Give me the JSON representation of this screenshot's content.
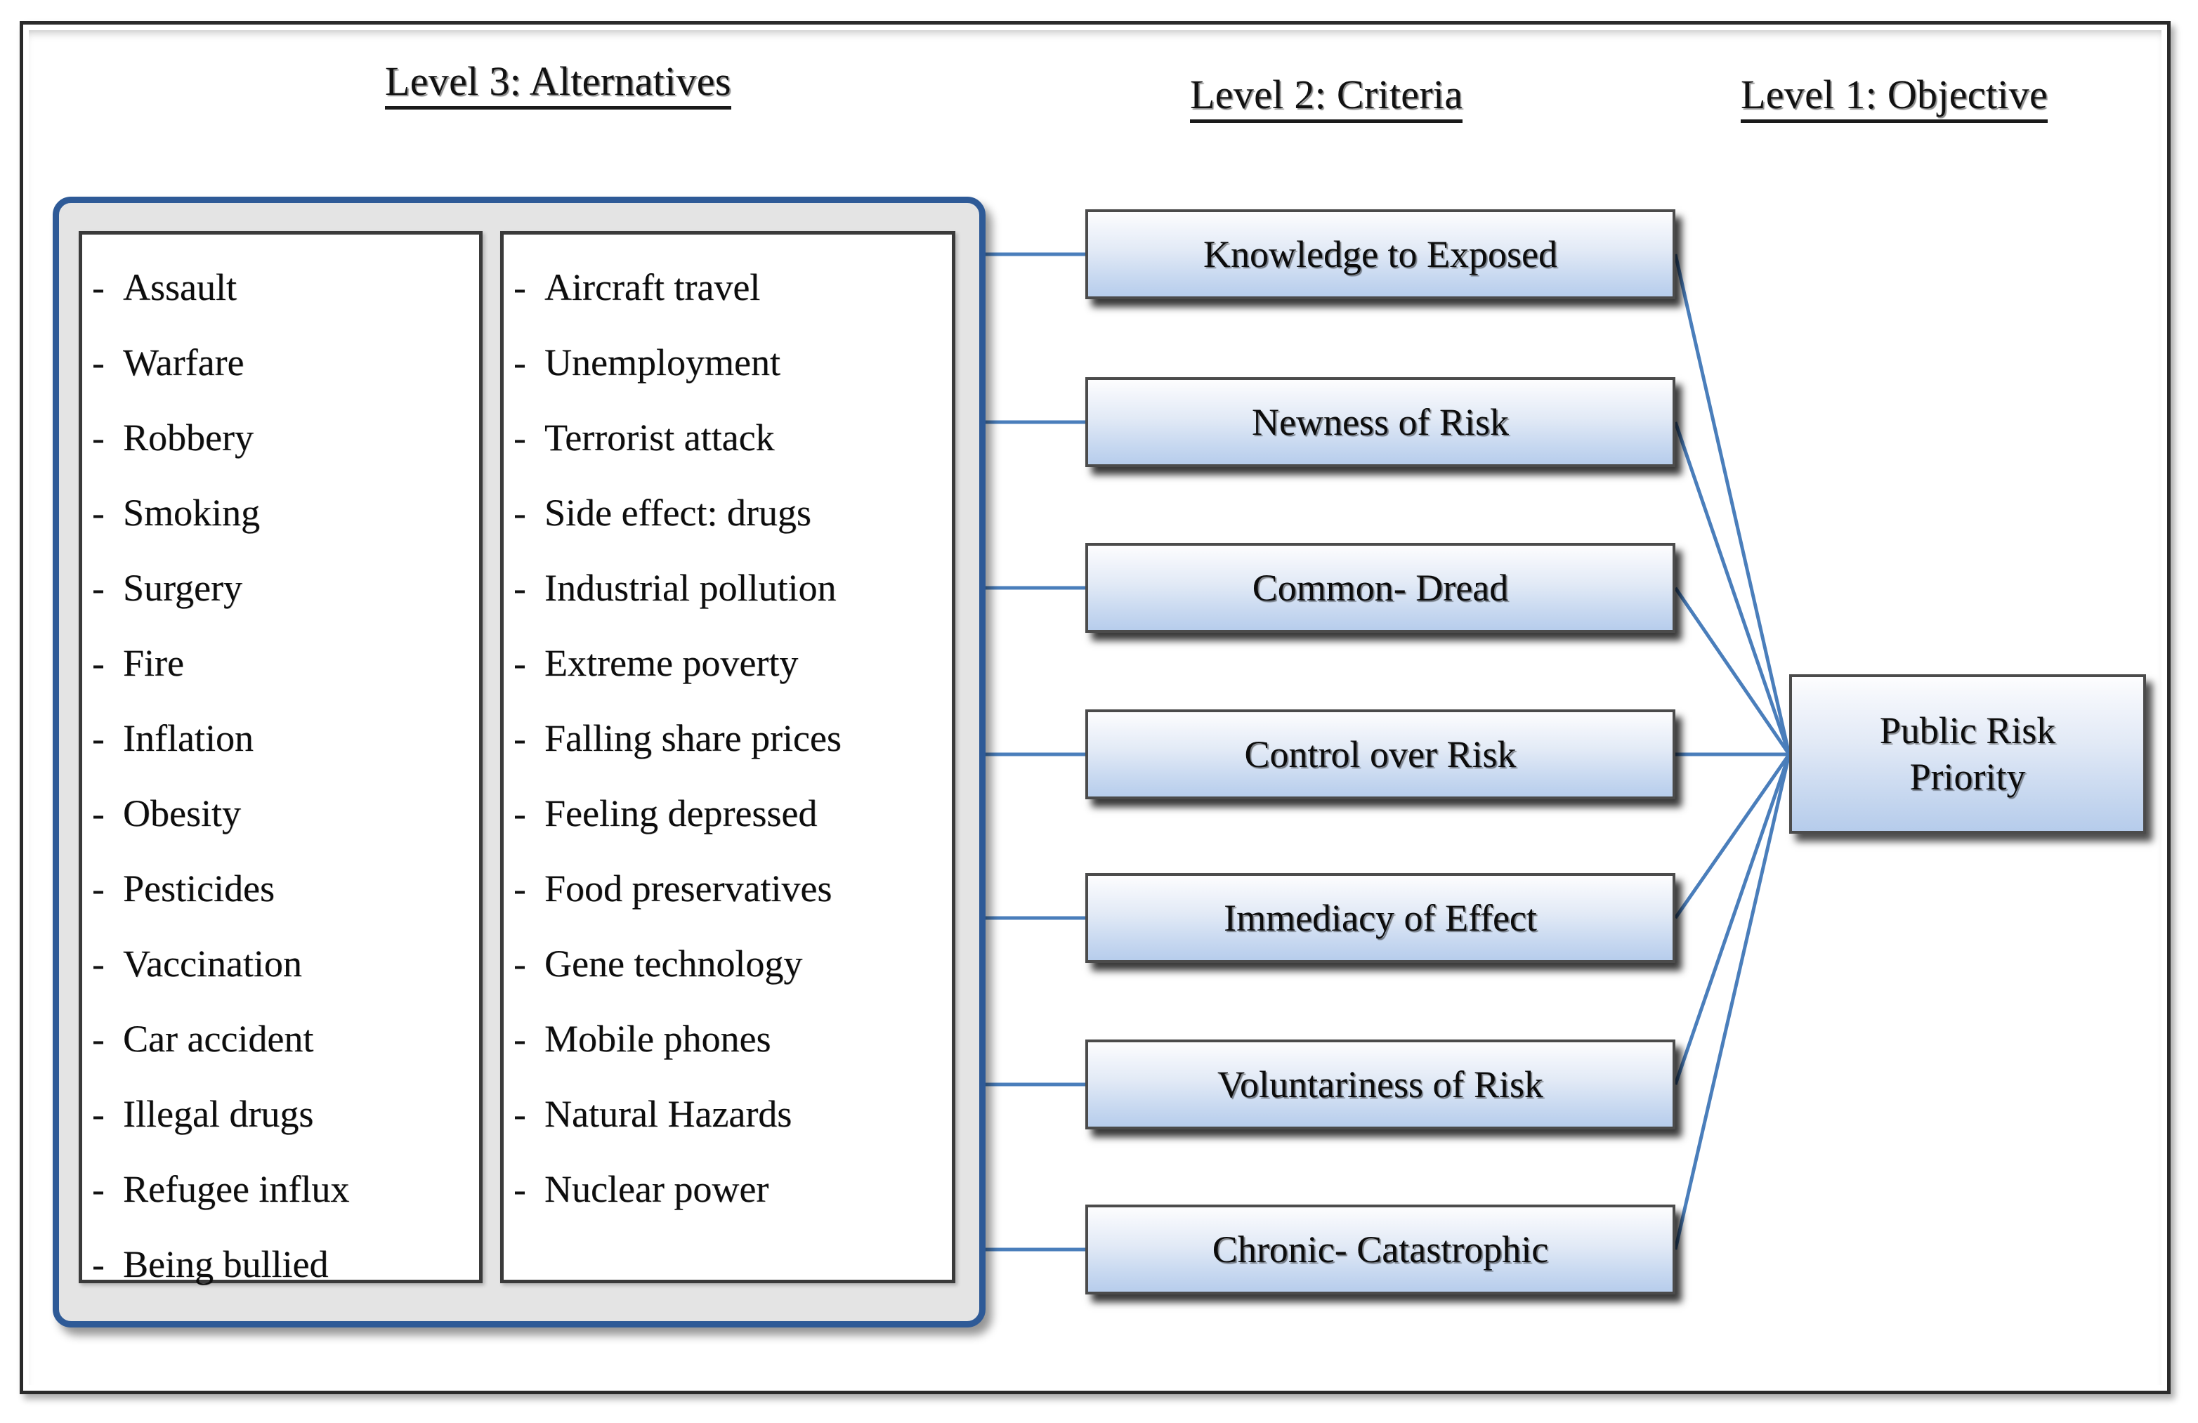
{
  "headings": {
    "level3": "Level 3: Alternatives",
    "level2": "Level 2: Criteria",
    "level1": "Level 1: Objective"
  },
  "alternatives": {
    "bullet": "-",
    "column1": [
      "Assault",
      "Warfare",
      "Robbery",
      "Smoking",
      "Surgery",
      "Fire",
      "Inflation",
      "Obesity",
      "Pesticides",
      "Vaccination",
      "Car accident",
      "Illegal drugs",
      "Refugee influx",
      "Being bullied"
    ],
    "column2": [
      "Aircraft travel",
      "Unemployment",
      "Terrorist attack",
      "Side effect: drugs",
      "Industrial pollution",
      "Extreme poverty",
      "Falling share prices",
      "Feeling depressed",
      "Food preservatives",
      "Gene technology",
      "Mobile phones",
      "Natural Hazards",
      "Nuclear power"
    ]
  },
  "criteria": [
    "Knowledge to Exposed",
    "Newness of Risk",
    "Common- Dread",
    "Control over Risk",
    "Immediacy of Effect",
    "Voluntariness of Risk",
    "Chronic- Catastrophic"
  ],
  "objective": {
    "line1": "Public Risk",
    "line2": "Priority"
  },
  "colors": {
    "box_border": "#4b4b4b",
    "box_fill_top": "#fdfdfe",
    "box_fill_bottom": "#b7cdec",
    "container_border": "#2e5a97",
    "container_fill": "#e4e4e4",
    "connector_line": "#4a7ebb",
    "frame_border": "#2a2a2a",
    "text": "#0c0c0c"
  }
}
